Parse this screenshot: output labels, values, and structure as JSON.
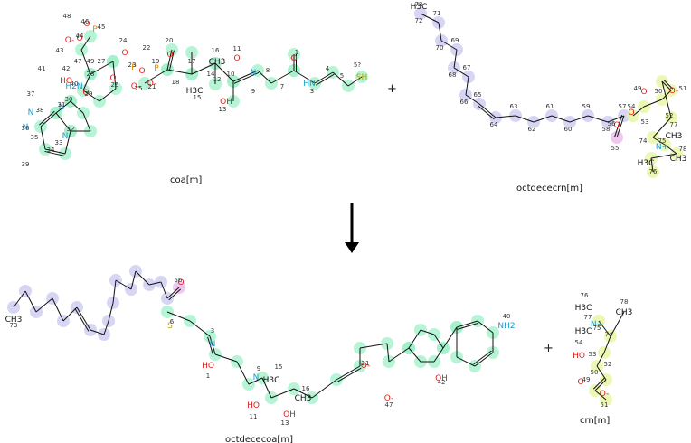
{
  "reaction": {
    "plus_symbol": "+",
    "reactants": [
      {
        "name": "coa[m]"
      },
      {
        "name": "octdececrn[m]"
      }
    ],
    "products": [
      {
        "name": "octdececoa[m]"
      },
      {
        "name": "crn[m]"
      }
    ]
  },
  "colors": {
    "coa_highlight": "#9ef0c8",
    "acyl_highlight": "#c9c7f0",
    "carnitine_highlight": "#e4f59a",
    "sulfur_highlight": "#e9b5e9",
    "nitrogen": "#1a9bd1",
    "oxygen": "#e0201b",
    "phosphorus": "#e08a00",
    "sulfur": "#b3a400",
    "carbon": "#111111"
  },
  "atoms": {
    "coa": [
      {
        "n": "1",
        "t": "O"
      },
      {
        "n": "3",
        "t": "HN"
      },
      {
        "n": "4"
      },
      {
        "n": "5"
      },
      {
        "n": "6"
      },
      {
        "n": "7"
      },
      {
        "n": "8"
      },
      {
        "n": "9",
        "t": "N"
      },
      {
        "n": "10"
      },
      {
        "n": "11",
        "t": "O"
      },
      {
        "n": "12"
      },
      {
        "n": "13",
        "t": "OH"
      },
      {
        "n": "14"
      },
      {
        "n": "15",
        "t": "H3C"
      },
      {
        "n": "16",
        "t": "CH3"
      },
      {
        "n": "17"
      },
      {
        "n": "18"
      },
      {
        "n": "19",
        "t": "P"
      },
      {
        "n": "20",
        "t": "O"
      },
      {
        "n": "21",
        "t": "O-"
      },
      {
        "n": "22",
        "t": "O"
      },
      {
        "n": "23",
        "t": "P"
      },
      {
        "n": "24",
        "t": "O"
      },
      {
        "n": "25",
        "t": "O-"
      },
      {
        "n": "26",
        "t": "O"
      },
      {
        "n": "27"
      },
      {
        "n": "28"
      },
      {
        "n": "29",
        "t": "O"
      },
      {
        "n": "30"
      },
      {
        "n": "31",
        "t": "N"
      },
      {
        "n": "32"
      },
      {
        "n": "33",
        "t": "N"
      },
      {
        "n": "34"
      },
      {
        "n": "35"
      },
      {
        "n": "36",
        "t": "N"
      },
      {
        "n": "37"
      },
      {
        "n": "38",
        "t": "N"
      },
      {
        "n": "39"
      },
      {
        "n": "40",
        "t": "H2N"
      },
      {
        "n": "41"
      },
      {
        "n": "42",
        "t": "HO"
      },
      {
        "n": "43"
      },
      {
        "n": "44",
        "t": "O"
      },
      {
        "n": "45",
        "t": "P"
      },
      {
        "n": "46",
        "t": "O"
      },
      {
        "n": "47"
      },
      {
        "n": "48",
        "t": "O-"
      },
      {
        "n": "49"
      },
      {
        "n": "5?",
        "t": "SH"
      }
    ],
    "octdececrn": [
      {
        "n": "49",
        "t": "O"
      },
      {
        "n": "50"
      },
      {
        "n": "51",
        "t": "O-"
      },
      {
        "n": "52"
      },
      {
        "n": "53"
      },
      {
        "n": "54",
        "t": "O"
      },
      {
        "n": "55"
      },
      {
        "n": "56",
        "t": "O"
      },
      {
        "n": "57"
      },
      {
        "n": "58"
      },
      {
        "n": "59"
      },
      {
        "n": "60"
      },
      {
        "n": "61"
      },
      {
        "n": "62"
      },
      {
        "n": "63"
      },
      {
        "n": "64"
      },
      {
        "n": "65"
      },
      {
        "n": "66"
      },
      {
        "n": "67"
      },
      {
        "n": "68"
      },
      {
        "n": "69"
      },
      {
        "n": "70"
      },
      {
        "n": "71"
      },
      {
        "n": "72"
      },
      {
        "n": "73",
        "t": "H3C"
      },
      {
        "n": "74"
      },
      {
        "n": "75",
        "t": "N+"
      },
      {
        "n": "76",
        "t": "H3C"
      },
      {
        "n": "77",
        "t": "CH3"
      },
      {
        "n": "78",
        "t": "CH3"
      }
    ],
    "octdececoa": [
      {
        "n": "1",
        "t": "HO"
      },
      {
        "n": "3",
        "t": "N"
      },
      {
        "n": "6",
        "t": "S"
      },
      {
        "n": "56",
        "t": "O"
      },
      {
        "n": "9",
        "t": "N"
      },
      {
        "n": "11",
        "t": "HO"
      },
      {
        "n": "13",
        "t": "OH"
      },
      {
        "n": "15",
        "t": "H3C"
      },
      {
        "n": "16",
        "t": "CH3"
      },
      {
        "n": "73",
        "t": "CH3"
      },
      {
        "n": "40",
        "t": "NH2"
      },
      {
        "n": "42",
        "t": "OH"
      },
      {
        "n": "47",
        "t": "O-"
      },
      {
        "n": "21",
        "t": "O-"
      }
    ],
    "crn": [
      {
        "n": "49",
        "t": "O"
      },
      {
        "n": "50"
      },
      {
        "n": "51",
        "t": "O-"
      },
      {
        "n": "52"
      },
      {
        "n": "53"
      },
      {
        "n": "54",
        "t": "HO"
      },
      {
        "n": "74"
      },
      {
        "n": "75",
        "t": "N+"
      },
      {
        "n": "76",
        "t": "H3C"
      },
      {
        "n": "77",
        "t": "H3C"
      },
      {
        "n": "78",
        "t": "CH3"
      }
    ]
  }
}
